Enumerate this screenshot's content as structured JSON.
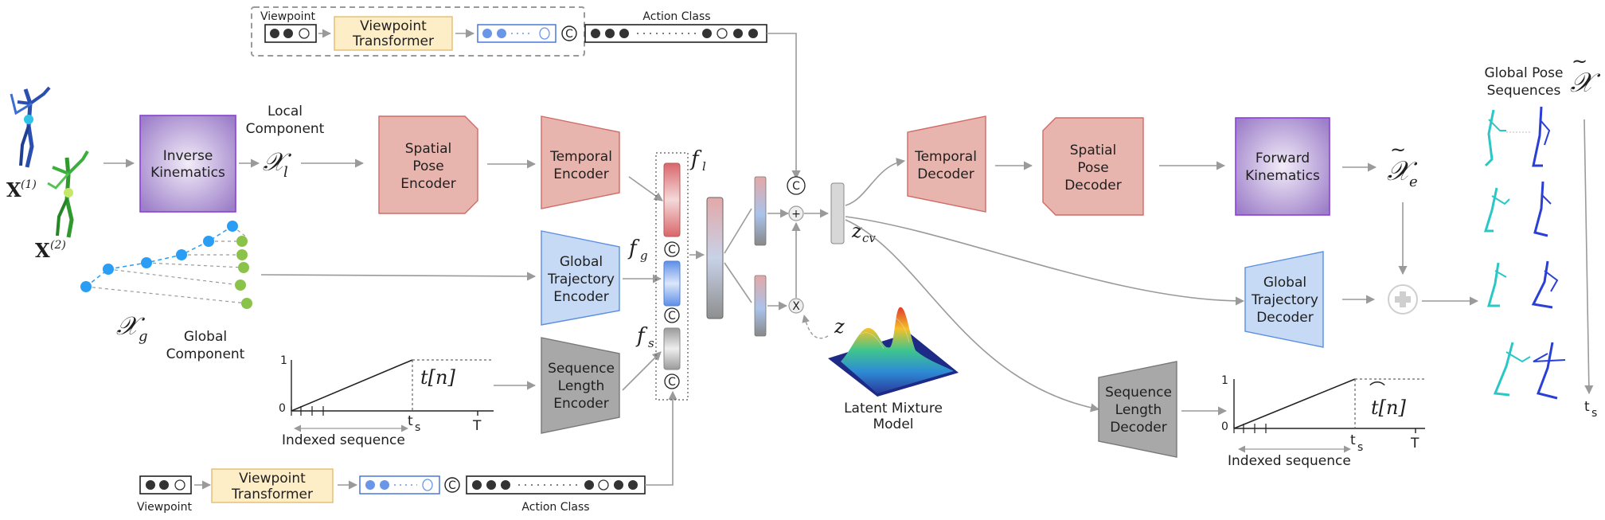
{
  "colors": {
    "purple_box": "#b9a2d8",
    "red_block": "#e8b4ae",
    "blue_block": "#c6d9f5",
    "gray_block": "#a8a8a8",
    "yellow_box": "#fdeec8",
    "blue_node": "#2a9df4",
    "green_node": "#8bc34a"
  },
  "top_viewpoint": {
    "label": "Viewpoint",
    "transformer": "Viewpoint Transformer",
    "action_class": "Action Class",
    "concat_symbol": "C"
  },
  "bottom_viewpoint": {
    "label": "Viewpoint",
    "transformer": "Viewpoint Transformer",
    "action_class": "Action Class",
    "concat_symbol": "C"
  },
  "inputs": {
    "x1": "X",
    "x1_sup": "(1)",
    "x2": "X",
    "x2_sup": "(2)"
  },
  "inverse_kinematics": "Inverse Kinematics",
  "local_component": {
    "line1": "Local",
    "line2": "Component",
    "symbol": "𝒳",
    "sub": "l"
  },
  "global_component": {
    "line1": "Global",
    "line2": "Component",
    "symbol": "𝒳",
    "sub": "g"
  },
  "encoders": {
    "spatial_pose": "Spatial Pose Encoder",
    "temporal": "Temporal Encoder",
    "global_trajectory": "Global Trajectory Encoder",
    "sequence_length": "Sequence Length Encoder"
  },
  "features": {
    "fl": "f",
    "fl_sub": "l",
    "fg": "f",
    "fg_sub": "g",
    "fs": "f",
    "fs_sub": "s",
    "concat_symbol": "C"
  },
  "index_plot_left": {
    "y_top": "1",
    "y_bottom": "0",
    "x_ts": "t",
    "x_ts_sub": "s",
    "x_T": "T",
    "caption": "Indexed sequence",
    "tn": "t[n]"
  },
  "latent": {
    "z": "z",
    "zcv": "z",
    "zcv_sub": "cv",
    "plus": "+",
    "times": "X",
    "concat": "C",
    "label": "Latent Mixture Model"
  },
  "decoders": {
    "temporal": "Temporal Decoder",
    "spatial_pose": "Spatial Pose Decoder",
    "forward_kinematics": "Forward Kinematics",
    "global_trajectory": "Global Trajectory Decoder",
    "sequence_length": "Sequence Length Decoder"
  },
  "output": {
    "symbol": "𝒳",
    "sub": "e",
    "global_pose_line1": "Global Pose",
    "global_pose_line2": "Sequences",
    "ts": "t",
    "ts_sub": "s"
  },
  "index_plot_right": {
    "y_top": "1",
    "y_bottom": "0",
    "x_ts": "t",
    "x_ts_sub": "s",
    "x_T": "T",
    "caption": "Indexed sequence",
    "tn": "t[n]"
  }
}
